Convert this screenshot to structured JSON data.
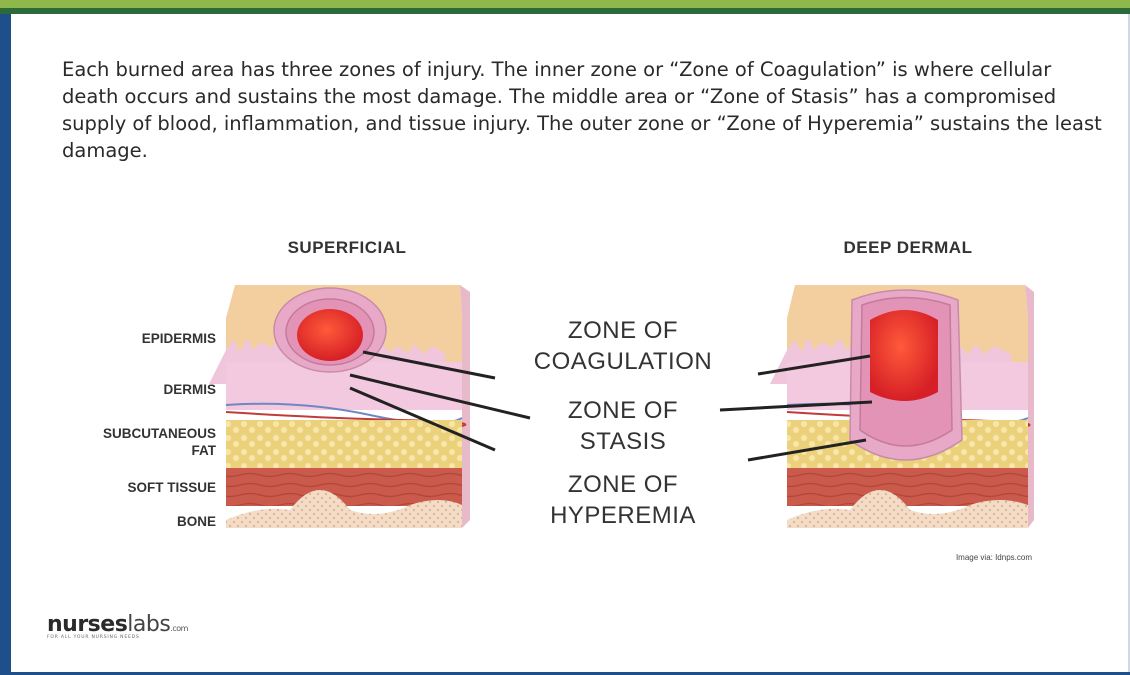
{
  "intro_text": "Each burned area has three zones of injury. The inner zone or “Zone of Coagulation” is where cellular death occurs and sustains the most damage. The middle area or “Zone of Stasis” has a compromised supply of blood, inflammation, and tissue injury. The outer zone or “Zone of Hyperemia” sustains the least damage.",
  "left_title": "SUPERFICIAL",
  "right_title": "DEEP DERMAL",
  "layer_labels": {
    "epidermis": "EPIDERMIS",
    "dermis": "DERMIS",
    "subcutaneous_1": "SUBCUTANEOUS",
    "subcutaneous_2": "FAT",
    "soft_tissue": "SOFT TISSUE",
    "bone": "BONE"
  },
  "zones": {
    "coagulation_1": "ZONE OF",
    "coagulation_2": "COAGULATION",
    "stasis_1": "ZONE OF",
    "stasis_2": "STASIS",
    "hyperemia_1": "ZONE OF",
    "hyperemia_2": "HYPEREMIA"
  },
  "credit": "Image via: Idnps.com",
  "logo": {
    "name_bold": "nurses",
    "name_thin": "labs",
    "suffix": ".com",
    "tagline": "FOR ALL YOUR NURSING NEEDS"
  },
  "colors": {
    "brand_blue": "#1e4f8a",
    "top_green": "#8fb84a",
    "burn_red": "#e0242a",
    "epidermis": "#f3cfa0",
    "dermis_pink": "#f2c4dc",
    "fat_yellow": "#efd98a",
    "soft_tissue": "#c9584b",
    "bone": "#f1d6bf"
  }
}
